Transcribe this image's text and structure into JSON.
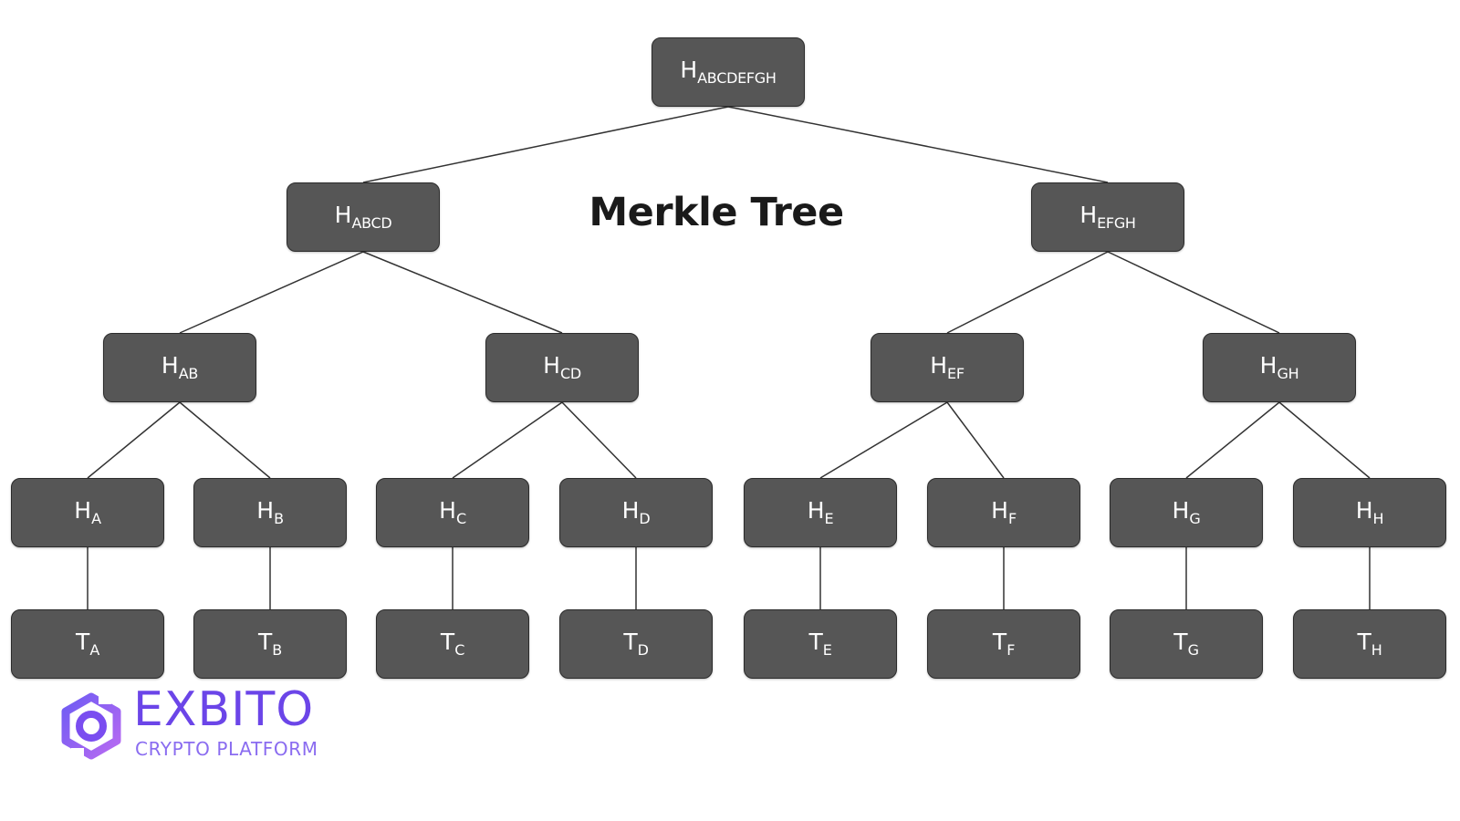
{
  "title": "Merkle Tree",
  "brand": {
    "name": "EXBITO",
    "tagline": "CRYPTO PLATFORM",
    "color": "#6b45e8"
  },
  "colors": {
    "node_fill": "#565656",
    "node_text": "#ffffff",
    "edge": "#333333"
  },
  "nodes": {
    "root": {
      "base": "H",
      "sub": "ABCDEFGH"
    },
    "abcd": {
      "base": "H",
      "sub": "ABCD"
    },
    "efgh": {
      "base": "H",
      "sub": "EFGH"
    },
    "ab": {
      "base": "H",
      "sub": "AB"
    },
    "cd": {
      "base": "H",
      "sub": "CD"
    },
    "ef": {
      "base": "H",
      "sub": "EF"
    },
    "gh": {
      "base": "H",
      "sub": "GH"
    },
    "ha": {
      "base": "H",
      "sub": "A"
    },
    "hb": {
      "base": "H",
      "sub": "B"
    },
    "hc": {
      "base": "H",
      "sub": "C"
    },
    "hd": {
      "base": "H",
      "sub": "D"
    },
    "he": {
      "base": "H",
      "sub": "E"
    },
    "hf": {
      "base": "H",
      "sub": "F"
    },
    "hg": {
      "base": "H",
      "sub": "G"
    },
    "hh": {
      "base": "H",
      "sub": "H"
    },
    "ta": {
      "base": "T",
      "sub": "A"
    },
    "tb": {
      "base": "T",
      "sub": "B"
    },
    "tc": {
      "base": "T",
      "sub": "C"
    },
    "td": {
      "base": "T",
      "sub": "D"
    },
    "te": {
      "base": "T",
      "sub": "E"
    },
    "tf": {
      "base": "T",
      "sub": "F"
    },
    "tg": {
      "base": "T",
      "sub": "G"
    },
    "th": {
      "base": "T",
      "sub": "H"
    }
  },
  "edges": [
    [
      "root",
      "abcd"
    ],
    [
      "root",
      "efgh"
    ],
    [
      "abcd",
      "ab"
    ],
    [
      "abcd",
      "cd"
    ],
    [
      "efgh",
      "ef"
    ],
    [
      "efgh",
      "gh"
    ],
    [
      "ab",
      "ha"
    ],
    [
      "ab",
      "hb"
    ],
    [
      "cd",
      "hc"
    ],
    [
      "cd",
      "hd"
    ],
    [
      "ef",
      "he"
    ],
    [
      "ef",
      "hf"
    ],
    [
      "gh",
      "hg"
    ],
    [
      "gh",
      "hh"
    ],
    [
      "ha",
      "ta"
    ],
    [
      "hb",
      "tb"
    ],
    [
      "hc",
      "tc"
    ],
    [
      "hd",
      "td"
    ],
    [
      "he",
      "te"
    ],
    [
      "hf",
      "tf"
    ],
    [
      "hg",
      "tg"
    ],
    [
      "hh",
      "th"
    ]
  ]
}
